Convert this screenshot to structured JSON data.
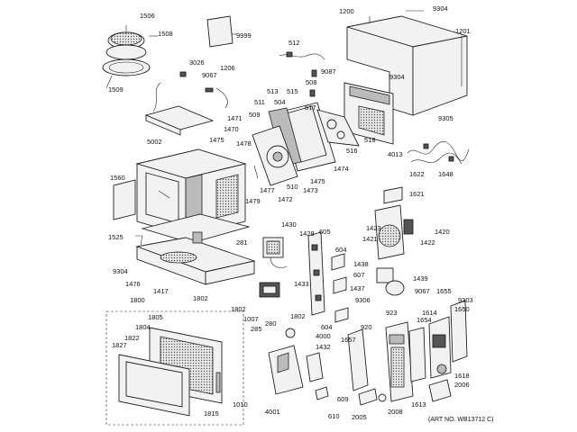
{
  "art_number": "(ART NO. WB13712 C)",
  "labels": [
    "1506",
    "1508",
    "1509",
    "9999",
    "1200",
    "9304",
    "1201",
    "512",
    "9087",
    "508",
    "9304",
    "9305",
    "3026",
    "9067",
    "1206",
    "511",
    "513",
    "515",
    "504",
    "517",
    "509",
    "518",
    "516",
    "4013",
    "1471",
    "1470",
    "5002",
    "1475",
    "1478",
    "1474",
    "1475",
    "1473",
    "1472",
    "510",
    "1477",
    "1479",
    "1648",
    "1622",
    "1621",
    "1560",
    "1430",
    "1428",
    "605",
    "604",
    "1525",
    "281",
    "1423",
    "1421",
    "1420",
    "1422",
    "1438",
    "1439",
    "607",
    "1437",
    "9067",
    "9306",
    "9304",
    "1476",
    "1417",
    "1802",
    "1433",
    "604",
    "1800",
    "1805",
    "1804",
    "1822",
    "1827",
    "1802",
    "1007",
    "280",
    "285",
    "1802",
    "4000",
    "1432",
    "1657",
    "920",
    "923",
    "1614",
    "1650",
    "1655",
    "9303",
    "1654",
    "1618",
    "2006",
    "4001",
    "609",
    "610",
    "2005",
    "2008",
    "1613",
    "1010",
    "1815"
  ]
}
